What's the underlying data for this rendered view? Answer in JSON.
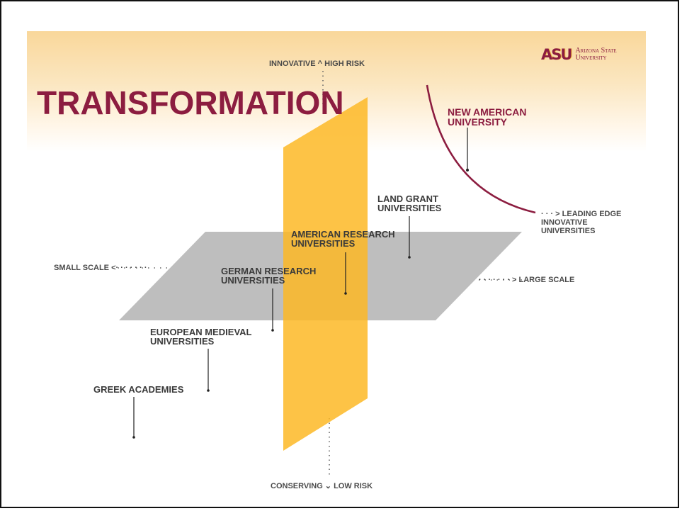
{
  "title": "TRANSFORMATION",
  "logo": {
    "mark": "ASU",
    "name": "Arizona State\nUniversity"
  },
  "axes": {
    "top": "INNOVATIVE ^ HIGH RISK",
    "bottom": "CONSERVING ⌄ LOW RISK",
    "left": "SMALL SCALE <· · · · · · ·",
    "right": "· · · · · · · > LARGE SCALE",
    "corner": "· · · > LEADING EDGE\nINNOVATIVE\nUNIVERSITIES"
  },
  "nodes": {
    "greek": "GREEK ACADEMIES",
    "medieval": "EUROPEAN MEDIEVAL\nUNIVERSITIES",
    "german": "GERMAN RESEARCH\nUNIVERSITIES",
    "american": "AMERICAN RESEARCH\nUNIVERSITIES",
    "landgrant": "LAND GRANT\nUNIVERSITIES",
    "new_american": "NEW AMERICAN\nUNIVERSITY"
  },
  "colors": {
    "maroon": "#8c1d40",
    "gold": "#fdb826",
    "gray_plane": "#b9b9b9",
    "text": "#3a3a3a"
  }
}
